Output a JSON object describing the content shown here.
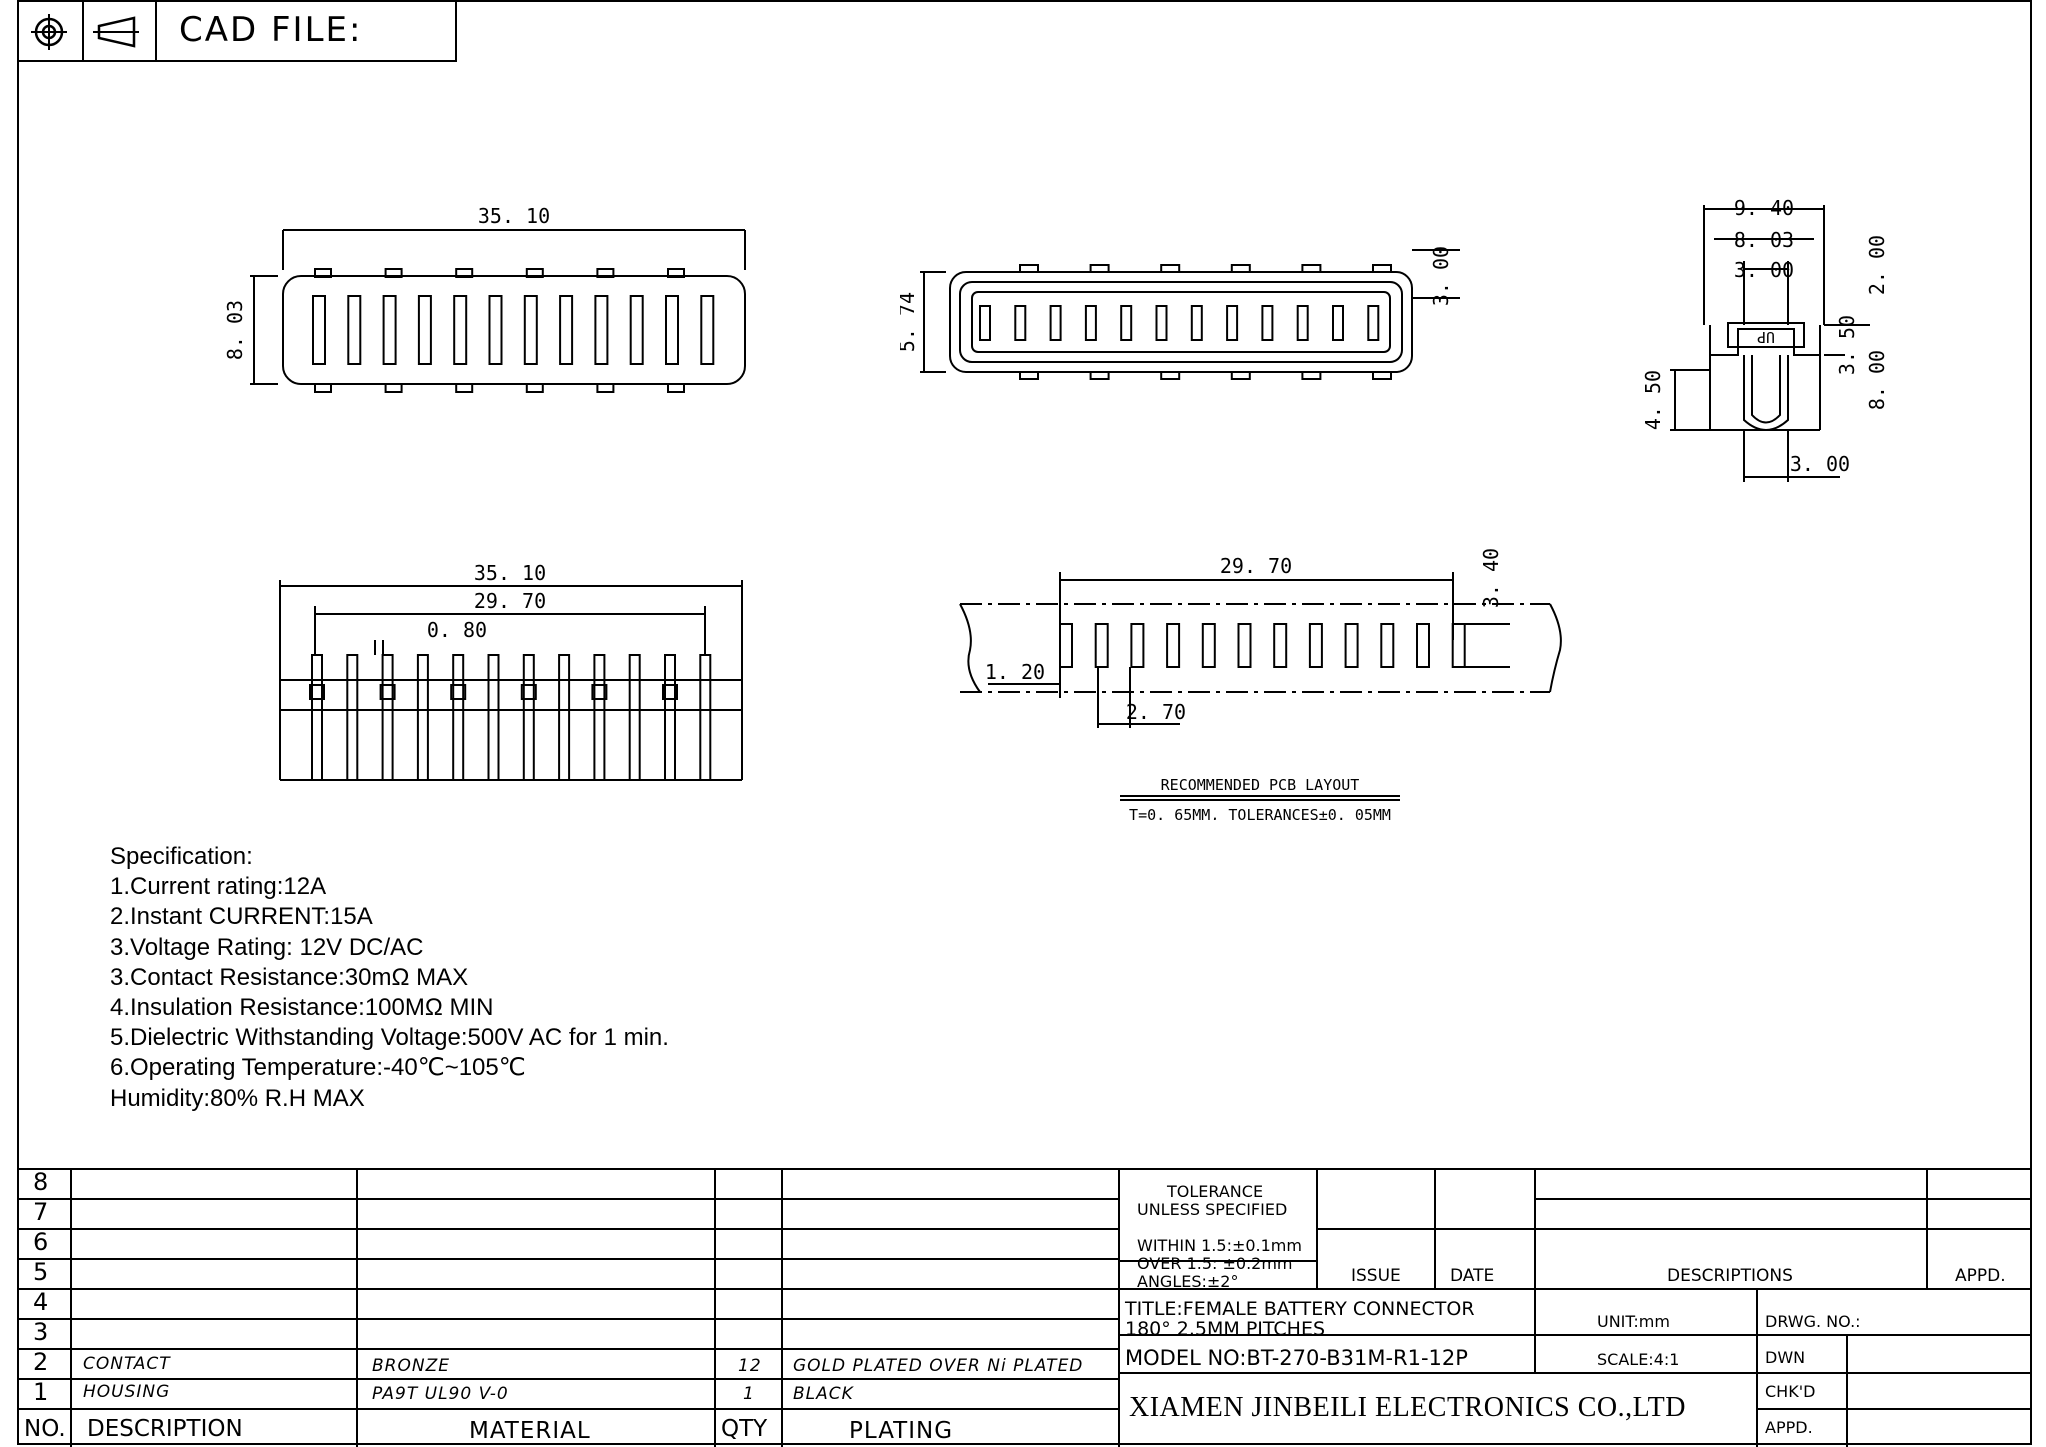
{
  "header": {
    "cad_label": "CAD FILE:",
    "projection_icon": "third-angle-projection-icon"
  },
  "views": {
    "top_view": {
      "width": "35. 10",
      "height": "8. 03"
    },
    "front_view": {
      "height": "5. 74",
      "slot_depth": "3. 00"
    },
    "side_view": {
      "w1": "9. 40",
      "w2": "8. 03",
      "w3": "3. 00",
      "h1": "2. 00",
      "h2": "3. 50",
      "h3": "8. 00",
      "h4": "4. 50",
      "bottom": "3. 00",
      "marking": "UP"
    },
    "pin_view": {
      "width": "35. 10",
      "pitch_span": "29. 70",
      "pin_width": "0. 80"
    },
    "pcb_layout": {
      "span": "29. 70",
      "pad_height": "3. 40",
      "pad_width": "1. 20",
      "pitch": "2. 70",
      "title": "RECOMMENDED PCB LAYOUT",
      "note": "T=0. 65MM, TOLERANCES±0. 05MM"
    }
  },
  "specification": {
    "heading": "Specification:",
    "items": [
      "1.Current rating:12A",
      "2.Instant CURRENT:15A",
      "3.Voltage Rating: 12V DC/AC",
      "3.Contact Resistance:30mΩ MAX",
      "4.Insulation Resistance:100MΩ MIN",
      "5.Dielectric Withstanding Voltage:500V AC for 1 min.",
      "6.Operating Temperature:-40℃~105℃",
      "Humidity:80% R.H MAX"
    ]
  },
  "bom": {
    "row_numbers": [
      "8",
      "7",
      "6",
      "5",
      "4",
      "3",
      "2",
      "1"
    ],
    "rows": [
      {
        "no": "2",
        "description": "CONTACT",
        "material": "BRONZE",
        "qty": "12",
        "plating": "GOLD PLATED OVER Ni PLATED"
      },
      {
        "no": "1",
        "description": "HOUSING",
        "material": "PA9T UL90 V-0",
        "qty": "1",
        "plating": "BLACK"
      }
    ],
    "headers": {
      "no": "NO.",
      "description": "DESCRIPTION",
      "material": "MATERIAL",
      "qty": "QTY",
      "plating": "PLATING"
    }
  },
  "title_block": {
    "tolerance_title": "TOLERANCE",
    "tolerance_sub": "UNLESS SPECIFIED",
    "tol1": "WITHIN 1.5:±0.1mm",
    "tol2": "OVER 1.5:  ±0.2mm",
    "tol3": "ANGLES:±2°",
    "issue": "ISSUE",
    "date": "DATE",
    "descriptions": "DESCRIPTIONS",
    "appd": "APPD.",
    "title_line1": "TITLE:FEMALE  BATTERY  CONNECTOR",
    "title_line2": "180°  2.5MM  PITCHES",
    "unit": "UNIT:mm",
    "drwg_no": "DRWG. NO.:",
    "model": "MODEL  NO:BT-270-B31M-R1-12P",
    "scale": "SCALE:4:1",
    "dwn": "DWN",
    "chkd": "CHK'D",
    "appd2": "APPD.",
    "company": "XIAMEN JINBEILI ELECTRONICS CO.,LTD"
  }
}
